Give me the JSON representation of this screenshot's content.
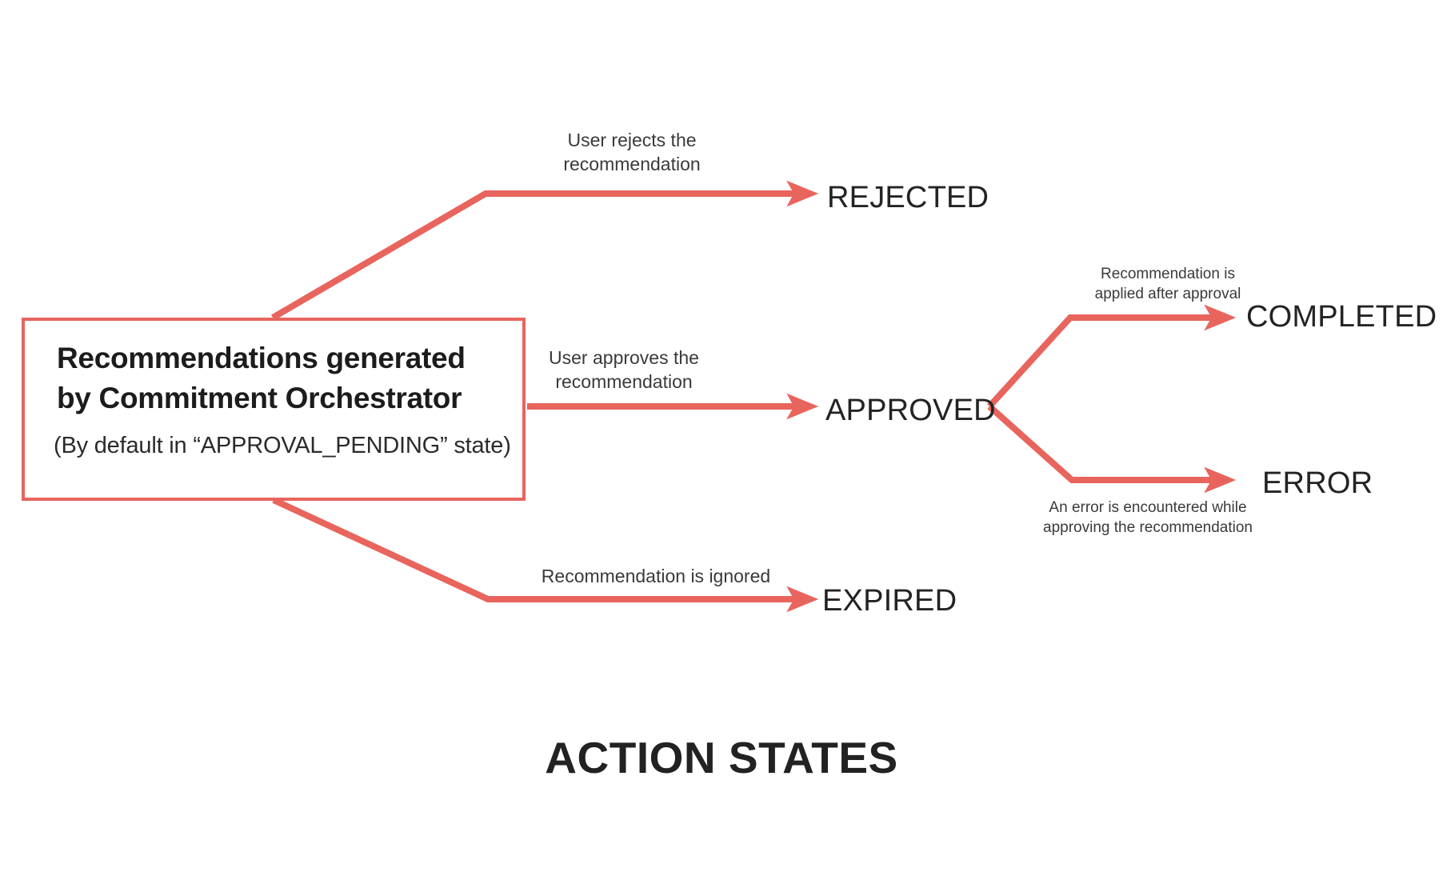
{
  "figure": {
    "title": "ACTION STATES",
    "accent_color": "#E8655E",
    "text_color": "#232323",
    "background": "#FFFFFF"
  },
  "source_node": {
    "title": "Recommendations generated by Commitment Orchestrator",
    "subtitle": "(By default in “APPROVAL_PENDING” state)"
  },
  "states": {
    "rejected": "REJECTED",
    "approved": "APPROVED",
    "completed": "COMPLETED",
    "error": "ERROR",
    "expired": "EXPIRED"
  },
  "transitions": {
    "to_rejected": "User rejects the\nrecommendation",
    "to_approved": "User approves the\nrecommendation",
    "to_expired": "Recommendation is ignored",
    "to_completed": "Recommendation is\napplied after approval",
    "to_error": "An error is encountered while\napproving the recommendation"
  },
  "chart_data": {
    "type": "diagram",
    "title": "ACTION STATES",
    "nodes": [
      {
        "id": "source",
        "label": "Recommendations generated by Commitment Orchestrator",
        "sublabel": "(By default in “APPROVAL_PENDING” state)",
        "shape": "rectangle"
      },
      {
        "id": "rejected",
        "label": "REJECTED",
        "shape": "text"
      },
      {
        "id": "approved",
        "label": "APPROVED",
        "shape": "text"
      },
      {
        "id": "completed",
        "label": "COMPLETED",
        "shape": "text"
      },
      {
        "id": "error",
        "label": "ERROR",
        "shape": "text"
      },
      {
        "id": "expired",
        "label": "EXPIRED",
        "shape": "text"
      }
    ],
    "edges": [
      {
        "from": "source",
        "to": "rejected",
        "label": "User rejects the recommendation"
      },
      {
        "from": "source",
        "to": "approved",
        "label": "User approves the recommendation"
      },
      {
        "from": "source",
        "to": "expired",
        "label": "Recommendation is ignored"
      },
      {
        "from": "approved",
        "to": "completed",
        "label": "Recommendation is applied after approval"
      },
      {
        "from": "approved",
        "to": "error",
        "label": "An error is encountered while approving the recommendation"
      }
    ]
  }
}
